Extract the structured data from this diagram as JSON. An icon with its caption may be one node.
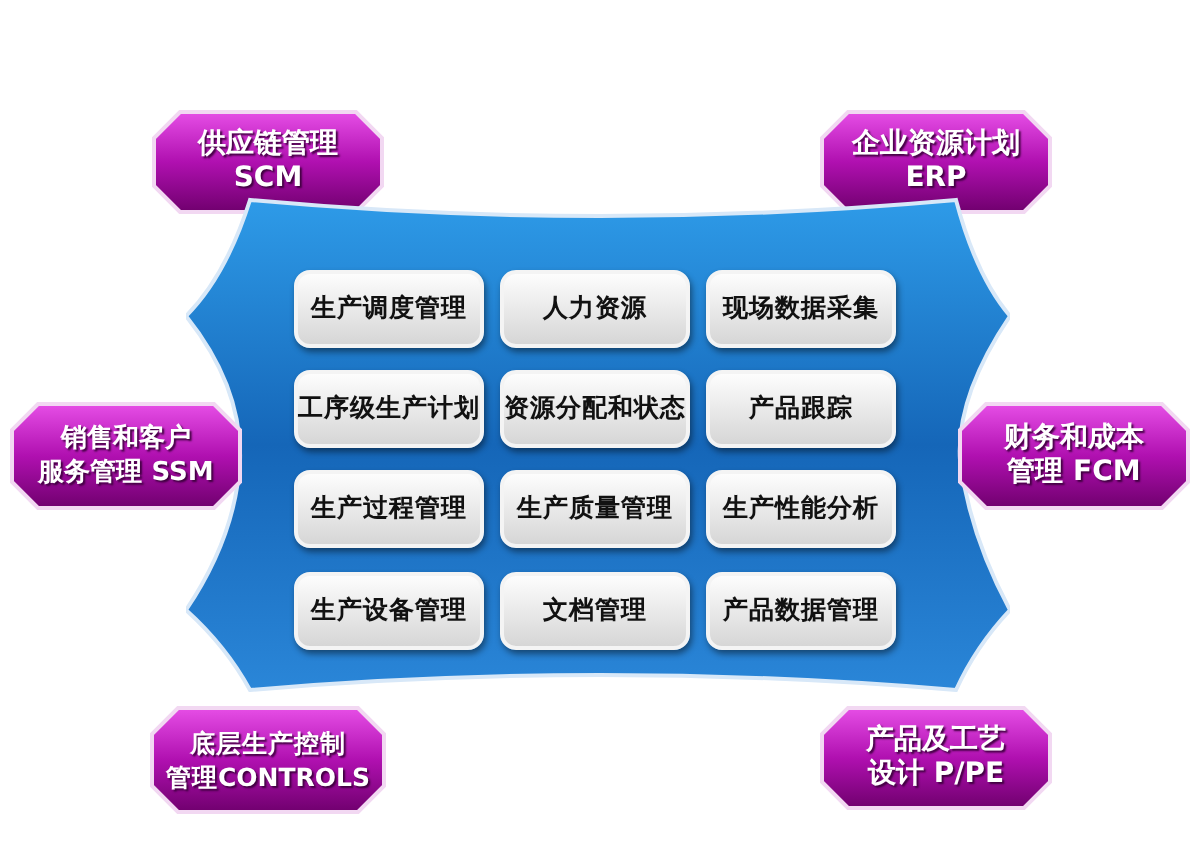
{
  "diagram": {
    "nodes": [
      {
        "text": [
          "供应链管理SCM"
        ]
      },
      {
        "text": [
          "企业资源计划ERP"
        ]
      },
      {
        "text": [],
        "shape": "box"
      },
      {
        "text": [
          "生产调度管理"
        ],
        "in": 2
      },
      {
        "text": [
          "人力资源"
        ],
        "in": 2
      },
      {
        "text": [
          "现场数据采集"
        ],
        "in": 2
      },
      {
        "text": [
          "工序级生产计划"
        ],
        "in": 2
      },
      {
        "text": [
          "资源分配和状态"
        ],
        "in": 2
      },
      {
        "text": [
          "产品跟踪"
        ],
        "in": 2
      },
      {
        "text": [
          "生产过程管理"
        ],
        "in": 2
      },
      {
        "text": [
          "生产质量管理"
        ],
        "in": 2
      },
      {
        "text": [
          "生产性能分析"
        ],
        "in": 2
      },
      {
        "text": [
          "生产设备管理"
        ],
        "in": 2
      },
      {
        "text": [
          "文档管理"
        ],
        "in": 2
      },
      {
        "text": [
          "产品数据管理"
        ],
        "in": 2
      },
      {
        "text": [
          "销售和客户服务管理 SSM"
        ]
      },
      {
        "text": [
          "财务和成本管理 FCM"
        ]
      },
      {
        "text": [
          "底层生产控制管理CONTROLS"
        ]
      },
      {
        "text": [
          "产品及工艺设计 P/PE"
        ]
      }
    ]
  }
}
